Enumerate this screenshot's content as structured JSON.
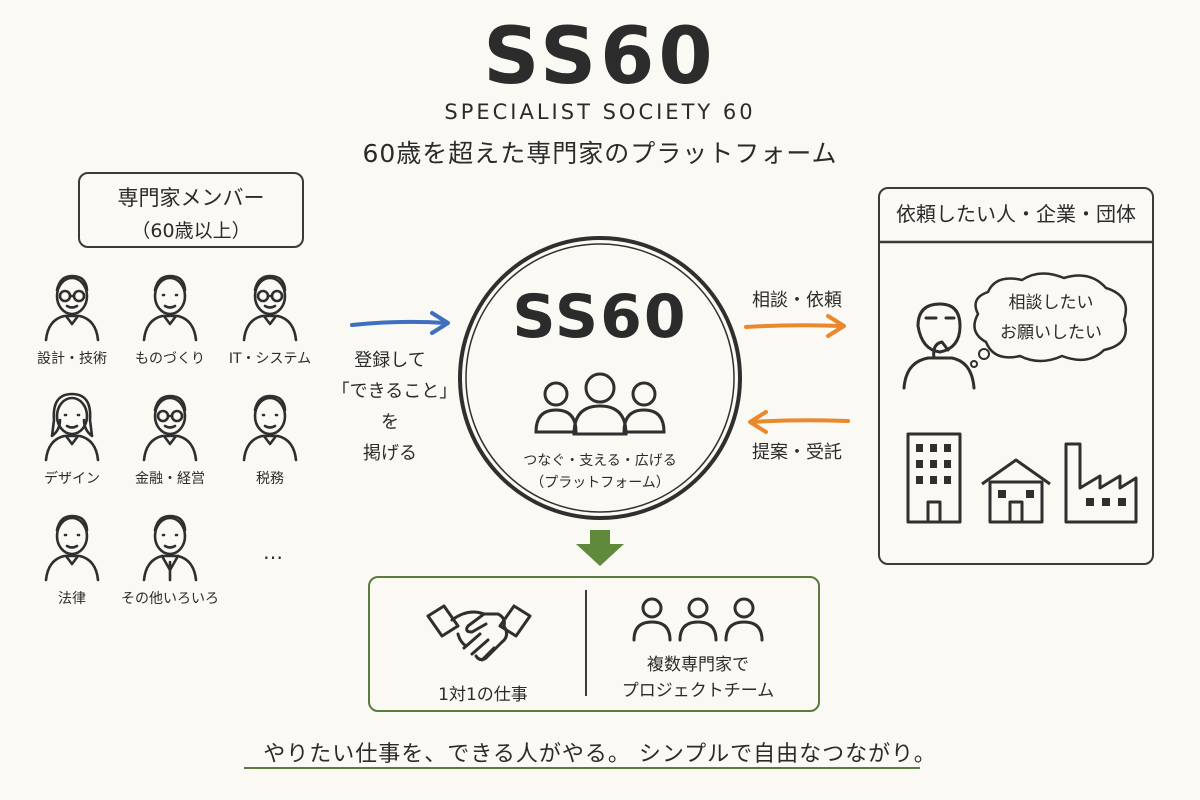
{
  "header": {
    "logo": "SS60",
    "subtitle": "SPECIALIST SOCIETY 60",
    "tagline": "60歳を超えた専門家のプラットフォーム"
  },
  "members": {
    "title": "専門家メンバー",
    "subtitle": "（60歳以上）",
    "people": [
      {
        "label": "設計・技術",
        "icon": "person-glasses-icon"
      },
      {
        "label": "ものづくり",
        "icon": "person-icon"
      },
      {
        "label": "IT・システム",
        "icon": "person-glasses-icon"
      },
      {
        "label": "デザイン",
        "icon": "person-woman-icon"
      },
      {
        "label": "金融・経営",
        "icon": "person-glasses-icon"
      },
      {
        "label": "税務",
        "icon": "person-icon"
      },
      {
        "label": "法律",
        "icon": "person-icon"
      },
      {
        "label": "その他いろいろ",
        "icon": "person-suit-icon"
      }
    ],
    "ellipsis": "…"
  },
  "register": {
    "lines": [
      "登録して",
      "「できること」を",
      "掲げる"
    ]
  },
  "platform": {
    "title": "SS60",
    "caption_line1": "つなぐ・支える・広げる",
    "caption_line2": "（プラットフォーム）"
  },
  "clients": {
    "title": "依頼したい人・企業・団体",
    "bubble_line1": "相談したい",
    "bubble_line2": "お願いしたい"
  },
  "flows": {
    "consult": "相談・依頼",
    "propose": "提案・受託"
  },
  "results": {
    "one_to_one": "1対1の仕事",
    "team_line1": "複数専門家で",
    "team_line2": "プロジェクトチーム"
  },
  "footer": "やりたい仕事を、できる人がやる。 シンプルで自由なつながり。",
  "colors": {
    "blue_arrow": "#3f6fbf",
    "orange_arrow": "#e8892e",
    "green": "#5a7a3f",
    "ink": "#2b2b2b"
  }
}
